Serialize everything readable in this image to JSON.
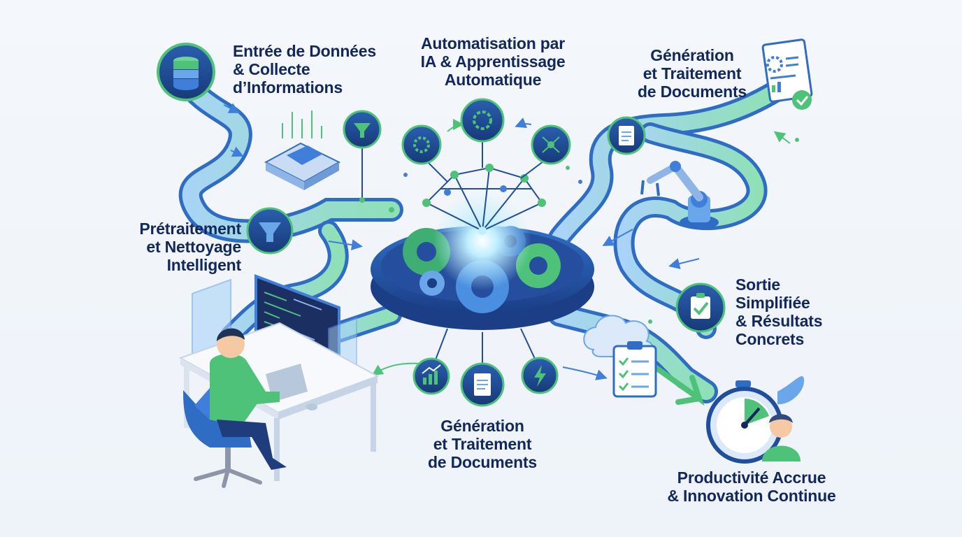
{
  "labels": {
    "entree": "Entrée de Données\n& Collecte\nd’Informations",
    "automatisation": "Automatisation par\nIA & Apprentissage\nAutomatique",
    "generation_top": "Génération\net Traitement\nde Documents",
    "pretraitement": "Prétraitement\net Nettoyage\nIntelligent",
    "sortie": "Sortie\nSimplifiée\n& Résultats\nConcrets",
    "generation_bottom": "Génération\net Traitement\nde Documents",
    "productivite": "Productivité Accrue\n& Innovation Continue"
  },
  "colors": {
    "navy": "#13285a",
    "blue": "#3f7fd9",
    "light_blue": "#9cc6f2",
    "green": "#4fc27a",
    "teal": "#1fb6b0",
    "glow": "#bfefff"
  },
  "icons": [
    "database-icon",
    "cpu-chip-icon",
    "funnel-icon",
    "gear-icon",
    "brain-icon",
    "network-icon",
    "document-icon",
    "robot-arm-icon",
    "checklist-icon",
    "chart-icon",
    "lightning-icon",
    "cloud-icon",
    "stopwatch-icon",
    "person-icon",
    "monitor-icon"
  ]
}
